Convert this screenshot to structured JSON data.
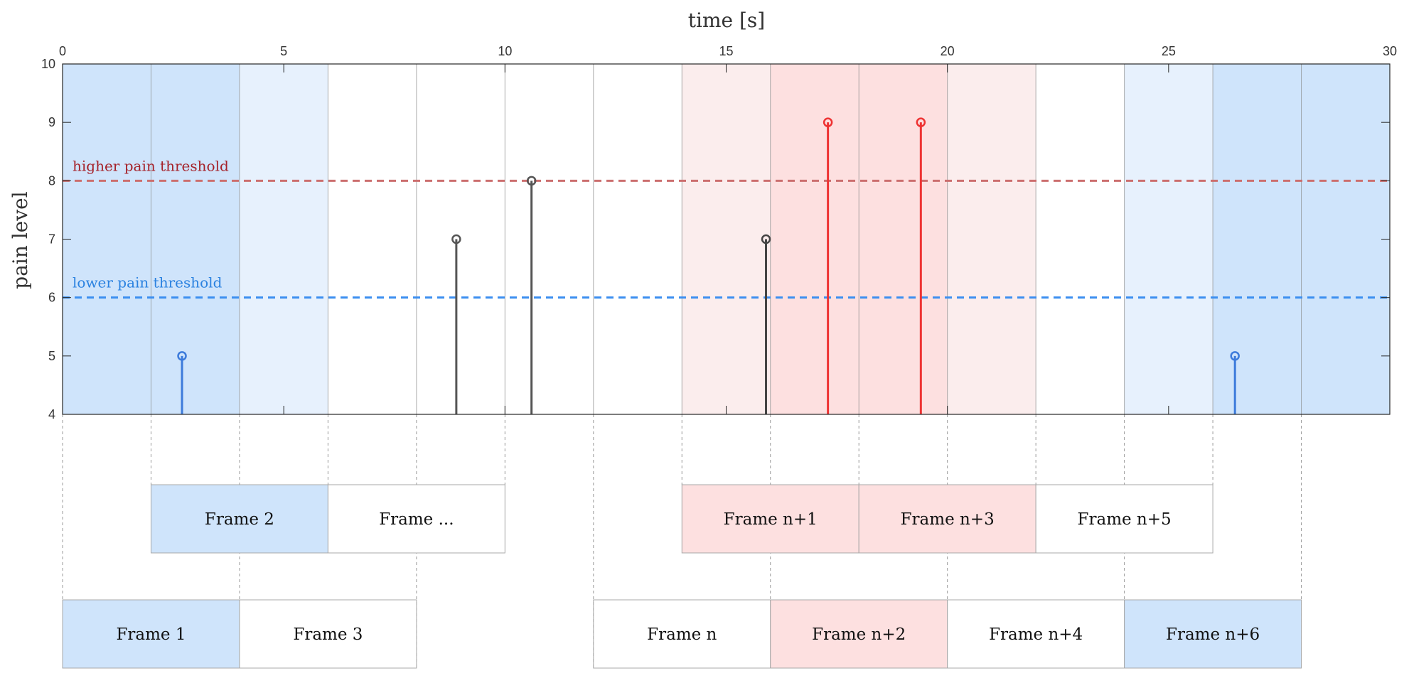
{
  "chart_data": {
    "type": "stem",
    "xlabel": "time [s]",
    "ylabel": "pain level",
    "xlim": [
      0,
      30
    ],
    "ylim": [
      4,
      10
    ],
    "x_ticks": [
      0,
      5,
      10,
      15,
      20,
      25,
      30
    ],
    "y_ticks": [
      4,
      5,
      6,
      7,
      8,
      9,
      10
    ],
    "grid": false,
    "thresholds": [
      {
        "label": "higher pain threshold",
        "value": 8,
        "color": "#a5222a",
        "line_color": "#cc6f6f"
      },
      {
        "label": "lower pain threshold",
        "value": 6,
        "color": "#2b82e0",
        "line_color": "#3c8ff0"
      }
    ],
    "events": [
      {
        "x": 2.7,
        "y": 5,
        "color": "#3d7bdb"
      },
      {
        "x": 8.9,
        "y": 7,
        "color": "#555555"
      },
      {
        "x": 10.6,
        "y": 8,
        "color": "#555555"
      },
      {
        "x": 15.9,
        "y": 7,
        "color": "#444444"
      },
      {
        "x": 17.3,
        "y": 9,
        "color": "#ee3333"
      },
      {
        "x": 19.4,
        "y": 9,
        "color": "#ee3333"
      },
      {
        "x": 26.5,
        "y": 5,
        "color": "#3d7bdb"
      }
    ],
    "frame_boundaries": [
      2,
      4,
      6,
      8,
      10,
      12,
      14,
      16,
      18,
      20,
      22,
      24,
      26,
      28
    ],
    "shaded_bands": [
      {
        "x0": 0,
        "x1": 4,
        "color": "#cfe4fb"
      },
      {
        "x0": 4,
        "x1": 6,
        "color": "#e7f1fd"
      },
      {
        "x0": 14,
        "x1": 16,
        "color": "#fbeded"
      },
      {
        "x0": 16,
        "x1": 20,
        "color": "#fde0e0"
      },
      {
        "x0": 20,
        "x1": 22,
        "color": "#fbeded"
      },
      {
        "x0": 24,
        "x1": 26,
        "color": "#e7f1fd"
      },
      {
        "x0": 26,
        "x1": 30,
        "color": "#cfe4fb"
      }
    ],
    "frames_row_top": [
      {
        "label": "Frame 2",
        "x0": 2,
        "x1": 6,
        "fill": "#cfe4fb"
      },
      {
        "label": "Frame ...",
        "x0": 6,
        "x1": 10,
        "fill": "#ffffff"
      },
      {
        "label": "Frame n+1",
        "x0": 14,
        "x1": 18,
        "fill": "#fde0e0"
      },
      {
        "label": "Frame n+3",
        "x0": 18,
        "x1": 22,
        "fill": "#fde0e0"
      },
      {
        "label": "Frame n+5",
        "x0": 22,
        "x1": 26,
        "fill": "#ffffff"
      }
    ],
    "frames_row_bottom": [
      {
        "label": "Frame 1",
        "x0": 0,
        "x1": 4,
        "fill": "#cfe4fb"
      },
      {
        "label": "Frame 3",
        "x0": 4,
        "x1": 8,
        "fill": "#ffffff"
      },
      {
        "label": "Frame n",
        "x0": 12,
        "x1": 16,
        "fill": "#ffffff"
      },
      {
        "label": "Frame n+2",
        "x0": 16,
        "x1": 20,
        "fill": "#fde0e0"
      },
      {
        "label": "Frame n+4",
        "x0": 20,
        "x1": 24,
        "fill": "#ffffff"
      },
      {
        "label": "Frame n+6",
        "x0": 24,
        "x1": 28,
        "fill": "#cfe4fb"
      }
    ]
  }
}
